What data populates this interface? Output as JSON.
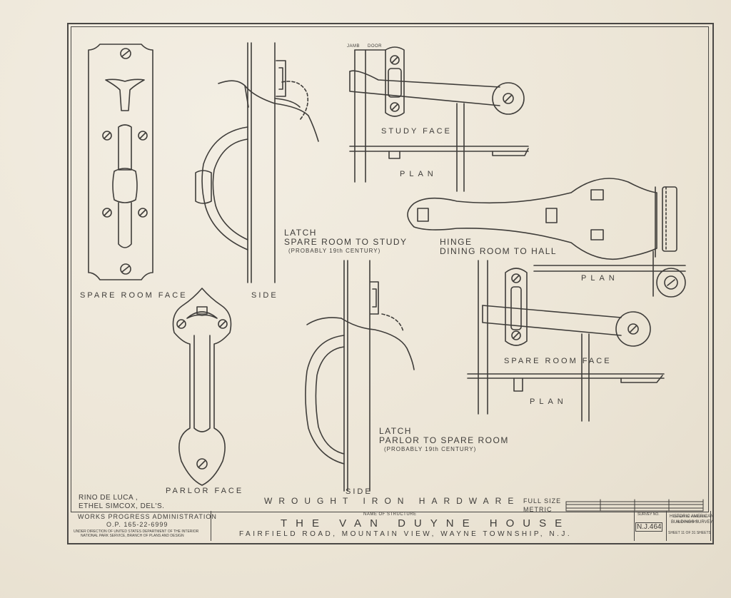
{
  "drawing": {
    "labels": {
      "spare_room_face": "SPARE ROOM FACE",
      "side_1": "SIDE",
      "latch1_title": "LATCH",
      "latch1_sub": "SPARE ROOM TO STUDY",
      "latch1_note": "(PROBABLY 19th CENTURY)",
      "jamb": "JAMB",
      "door": "DOOR",
      "study_face": "STUDY FACE",
      "plan_1": "PLAN",
      "hinge_title": "HINGE",
      "hinge_sub": "DINING ROOM TO HALL",
      "plan_2": "PLAN",
      "parlor_face": "PARLOR FACE",
      "side_2": "SIDE",
      "spare_room_face_2": "SPARE ROOM FACE",
      "plan_3": "PLAN",
      "latch2_title": "LATCH",
      "latch2_sub": "PARLOR TO SPARE ROOM",
      "latch2_note": "(PROBABLY 19th CENTURY)",
      "delineators_1": "RINO DE LUCA ,",
      "delineators_2": "ETHEL SIMCOX, DEL'S.",
      "sheet_title": "WROUGHT IRON HARDWARE",
      "full_size": "FULL SIZE",
      "metric": "METRIC"
    }
  },
  "titleblock": {
    "agency_1": "WORKS PROGRESS ADMINISTRATION",
    "agency_2": "O.P. 165-22-6999",
    "agency_3": "UNDER DIRECTION OF UNITED STATES DEPARTMENT OF THE INTERIOR",
    "agency_4": "NATIONAL PARK SERVICE, BRANCH OF PLANS AND DESIGN",
    "name_of_structure_label": "NAME OF STRUCTURE",
    "structure_name": "THE VAN DUYNE HOUSE",
    "address": "FAIRFIELD ROAD, MOUNTAIN VIEW, WAYNE TOWNSHIP, N.J.",
    "survey_no_label": "SURVEY NO.",
    "survey_no": "N.J.464",
    "survey_name_1": "HISTORIC AMERICAN",
    "survey_name_2": "BUILDINGS SURVEY",
    "sheet_info": "SHEET 11 OF 31 SHEETS",
    "library_1": "LIBRARY OF CONGRESS",
    "library_2": "INDEX NUMBER"
  },
  "colors": {
    "paper": "#efe9dc",
    "ink": "#3b3a38"
  }
}
